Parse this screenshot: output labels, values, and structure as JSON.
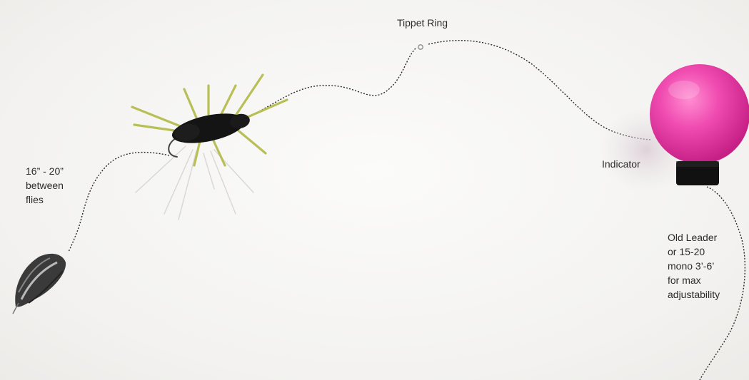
{
  "labels": {
    "tippet_ring": "Tippet Ring",
    "between_flies": [
      "16” - 20”",
      "between",
      "flies"
    ],
    "indicator": "Indicator",
    "old_leader": [
      "Old Leader",
      "or 15-20",
      "mono 3’-6’",
      "for max",
      "adjustability"
    ]
  },
  "colors": {
    "background": "#f4f3f1",
    "indicator": "#ee3fa6",
    "fly_body": "#151515",
    "fly_legs": "#b8bd5a",
    "line": "#2a2a2a"
  },
  "icons": [
    "stonefly-nymph-icon",
    "small-nymph-icon",
    "tippet-ring-icon",
    "indicator-ball-icon"
  ]
}
